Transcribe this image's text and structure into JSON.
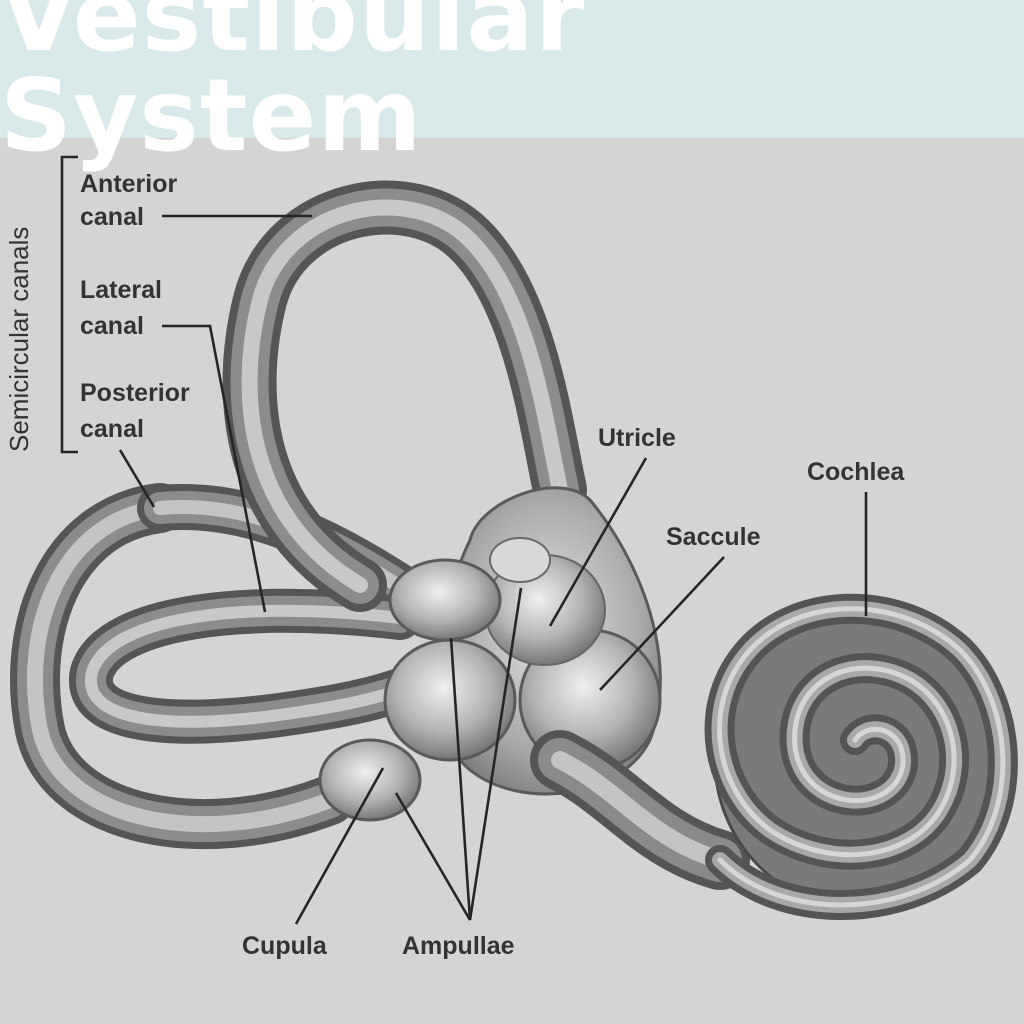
{
  "title": "Vestibular System",
  "labels": {
    "semicircular_canals": "Semicircular canals",
    "anterior_1": "Anterior",
    "anterior_2": "canal",
    "lateral_1": "Lateral",
    "lateral_2": "canal",
    "posterior_1": "Posterior",
    "posterior_2": "canal",
    "utricle": "Utricle",
    "saccule": "Saccule",
    "cochlea": "Cochlea",
    "cupula": "Cupula",
    "ampullae": "Ampullae"
  },
  "colors": {
    "banner": "#d8e9ea",
    "background": "#d4d4d4",
    "tube_dark": "#5a5a5a",
    "tube_light": "#cfcfcf",
    "text": "#333333"
  }
}
